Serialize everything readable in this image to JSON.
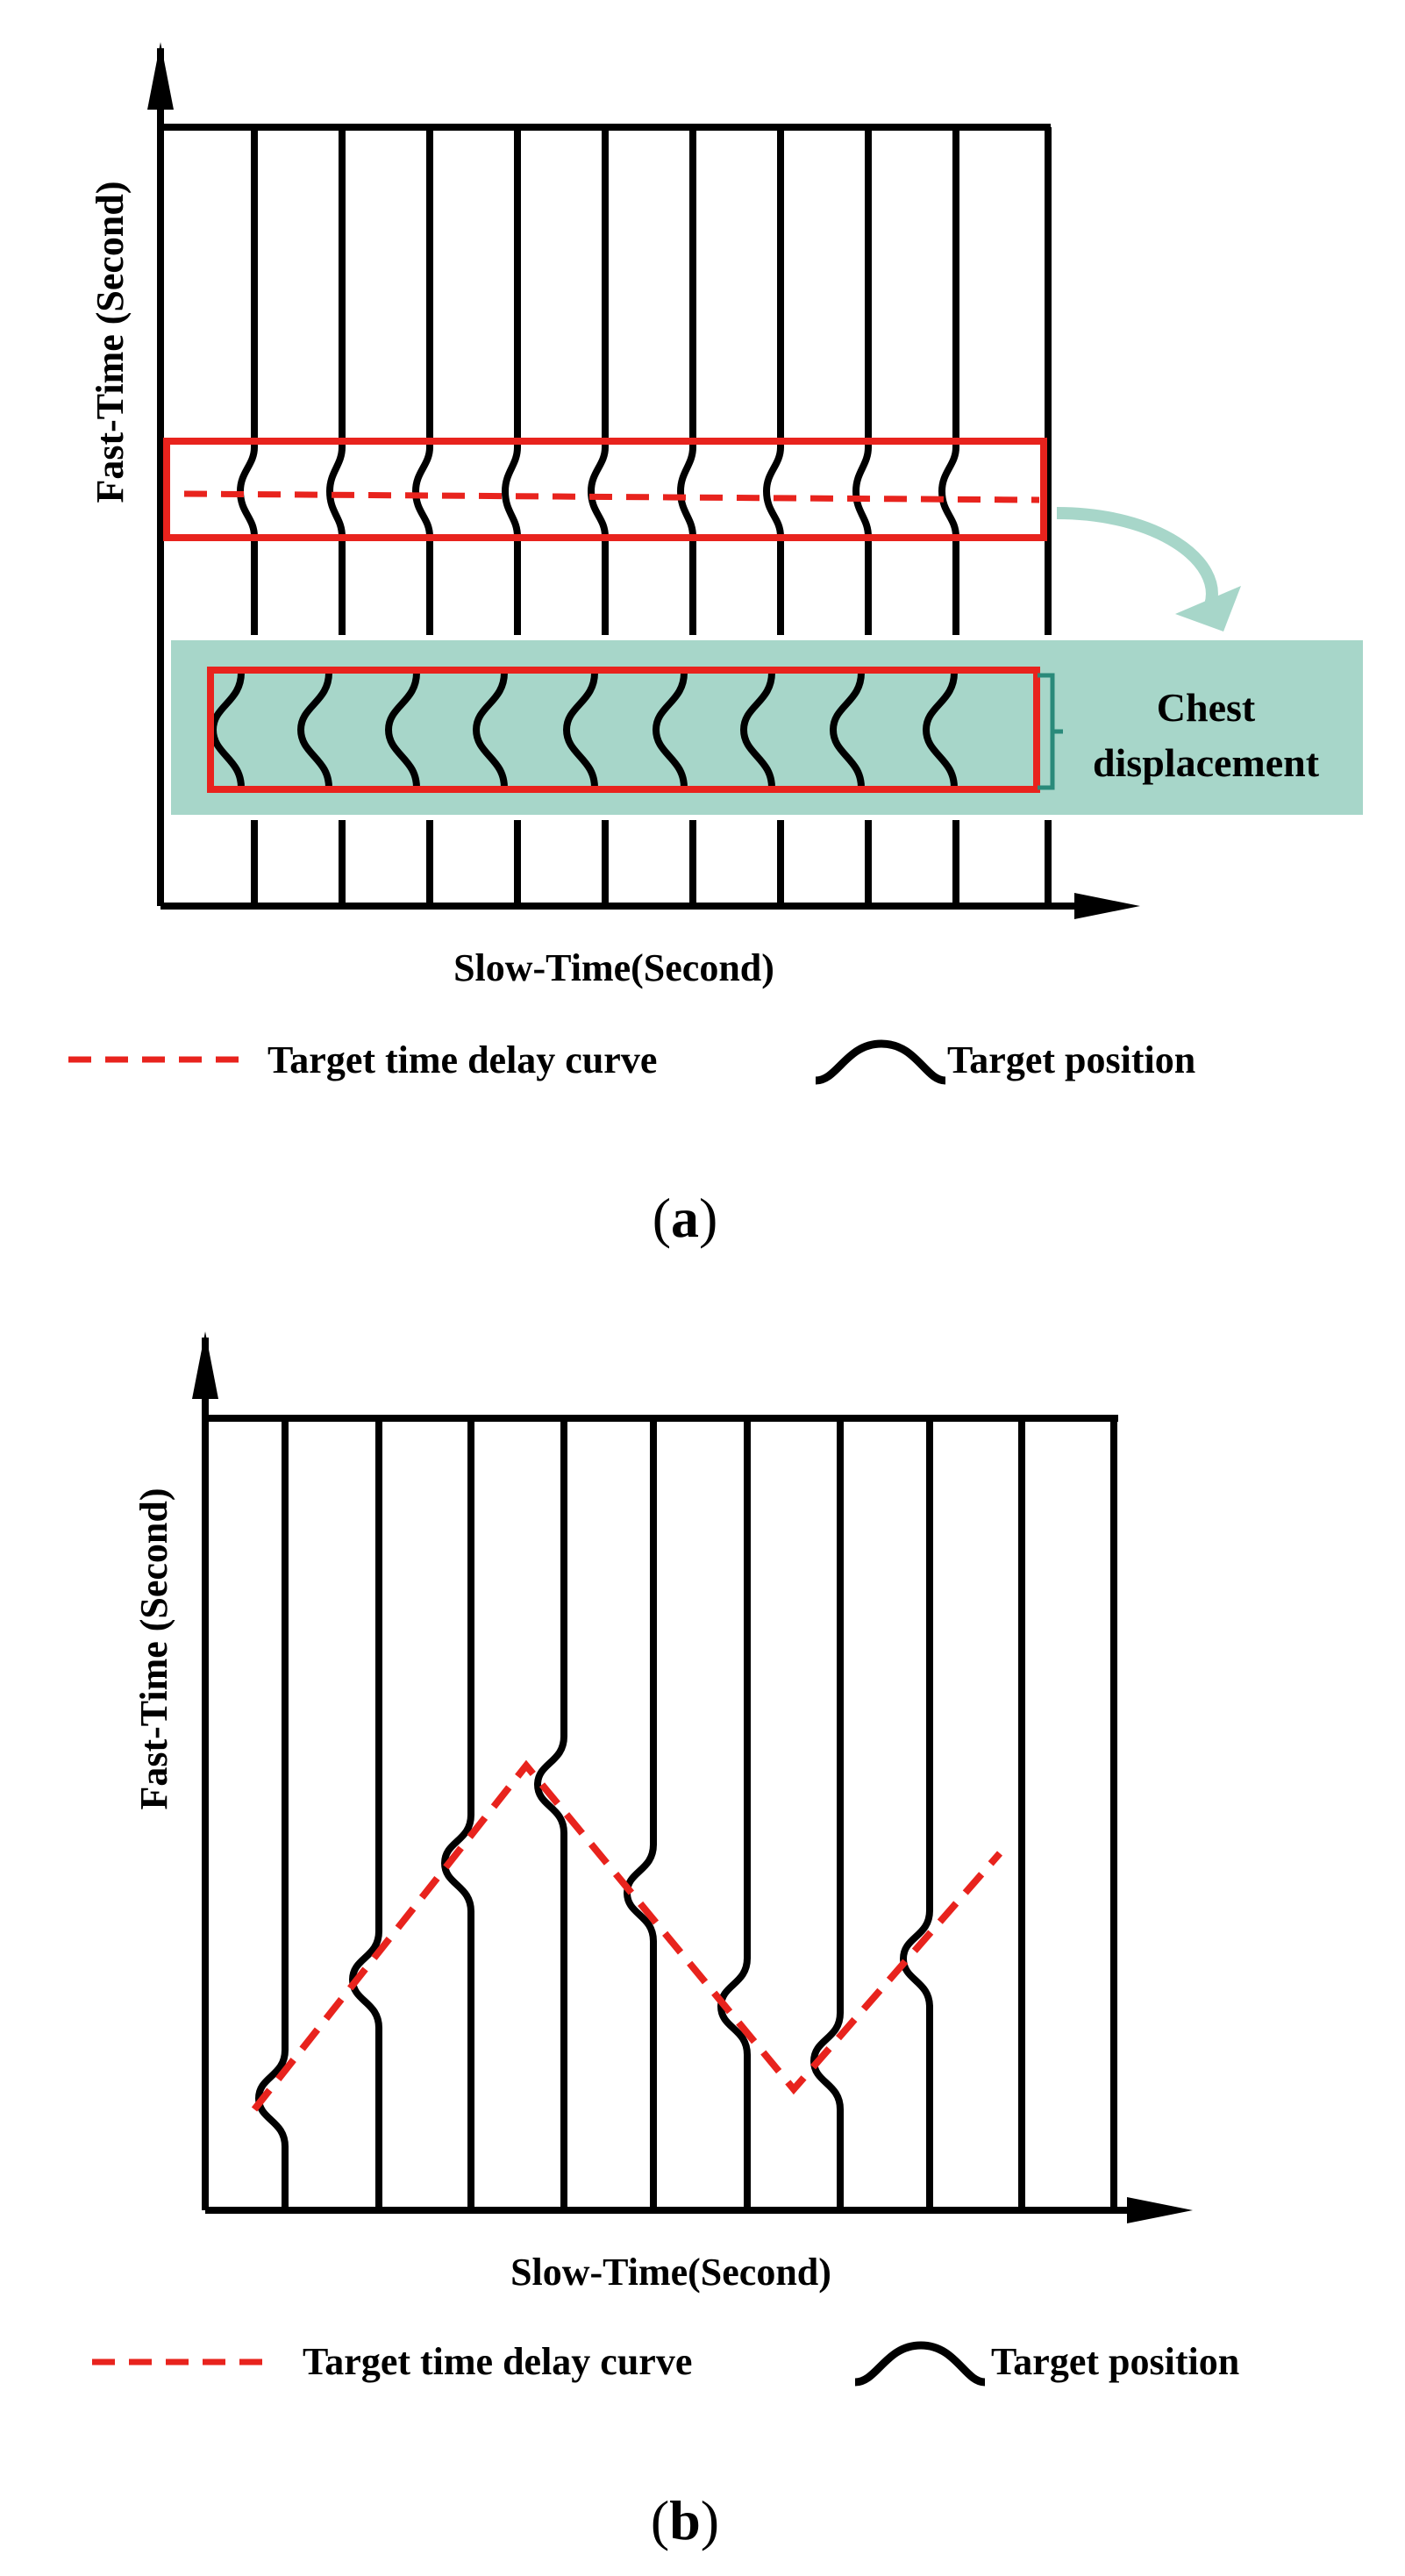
{
  "panel_a": {
    "y_axis_label": "Fast-Time (Second)",
    "x_axis_label": "Slow-Time(Second)",
    "zoom_label_line1": "Chest",
    "zoom_label_line2": "displacement",
    "legend": {
      "curve_label": "Target time delay curve",
      "position_label": "Target position"
    },
    "sub_label": {
      "open": "(",
      "letter": "a",
      "close": ")"
    }
  },
  "panel_b": {
    "y_axis_label": "Fast-Time (Second)",
    "x_axis_label": "Slow-Time(Second)",
    "legend": {
      "curve_label": "Target time delay curve",
      "position_label": "Target position"
    },
    "sub_label": {
      "open": "(",
      "letter": "b",
      "close": ")"
    }
  },
  "colors": {
    "line": "#000000",
    "delay_curve": "#e8231d",
    "highlight_box": "#e8231d",
    "zoom_fill": "#a7d6c9",
    "bracket": "#2a8a7a",
    "callout_arrow": "#a7d6c9"
  }
}
